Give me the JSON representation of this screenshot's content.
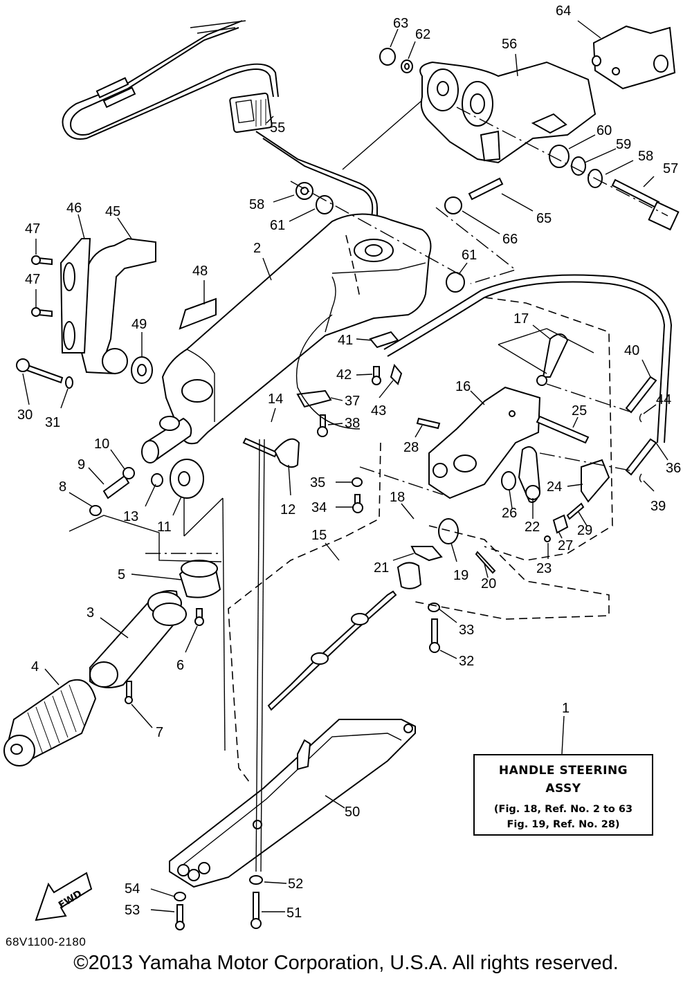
{
  "assembly_box": {
    "title_line1": "HANDLE STEERING",
    "title_line2": "ASSY",
    "note_line1": "(Fig. 18, Ref. No. 2 to 63",
    "note_line2": "Fig. 19, Ref. No. 28)"
  },
  "callouts": [
    "1",
    "2",
    "3",
    "4",
    "5",
    "6",
    "7",
    "8",
    "9",
    "10",
    "11",
    "12",
    "13",
    "14",
    "15",
    "16",
    "17",
    "18",
    "19",
    "20",
    "21",
    "22",
    "23",
    "24",
    "25",
    "26",
    "27",
    "28",
    "29",
    "30",
    "31",
    "32",
    "33",
    "34",
    "35",
    "36",
    "37",
    "38",
    "39",
    "40",
    "41",
    "42",
    "43",
    "44",
    "45",
    "46",
    "47",
    "47",
    "48",
    "49",
    "50",
    "51",
    "52",
    "53",
    "54",
    "55",
    "56",
    "57",
    "58",
    "58",
    "59",
    "60",
    "61",
    "61",
    "62",
    "63",
    "64",
    "65",
    "66"
  ],
  "fwd_arrow_label": "FWD",
  "diagram_code": "68V1100-2180",
  "copyright": "©2013 Yamaha Motor Corporation, U.S.A. All rights reserved."
}
